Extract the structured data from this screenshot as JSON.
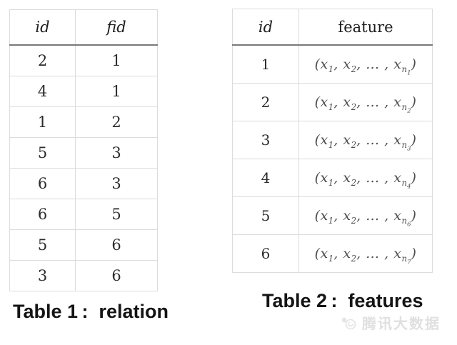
{
  "table1": {
    "caption": "Table 1 :  relation",
    "columns": [
      "id",
      "fid"
    ],
    "rows": [
      [
        "2",
        "1"
      ],
      [
        "4",
        "1"
      ],
      [
        "1",
        "2"
      ],
      [
        "5",
        "3"
      ],
      [
        "6",
        "3"
      ],
      [
        "6",
        "5"
      ],
      [
        "5",
        "6"
      ],
      [
        "3",
        "6"
      ]
    ]
  },
  "table2": {
    "caption": "Table 2 :  features",
    "columns": [
      "id",
      "feature"
    ],
    "rows": [
      {
        "id": "1",
        "feature": "(x_1, x_2, … , x_{n_1})"
      },
      {
        "id": "2",
        "feature": "(x_1, x_2, … , x_{n_2})"
      },
      {
        "id": "3",
        "feature": "(x_1, x_2, … , x_{n_3})"
      },
      {
        "id": "4",
        "feature": "(x_1, x_2, … , x_{n_4})"
      },
      {
        "id": "5",
        "feature": "(x_1, x_2, … , x_{n_6})"
      },
      {
        "id": "6",
        "feature": "(x_1, x_2, … , x_{n_7})"
      }
    ]
  },
  "watermark": {
    "text": "腾讯大数据",
    "logo": "tencent-bigdata-logo",
    "color": "#e0e0e0"
  },
  "colors": {
    "background": "#ffffff",
    "table_outer_border": "#c3c3c3",
    "table_inner_border": "#dcdcdc",
    "header_separator": "#787878",
    "caption_text": "#141414",
    "cell_text": "#2c2c2c",
    "feature_text": "#4e4e4e"
  }
}
